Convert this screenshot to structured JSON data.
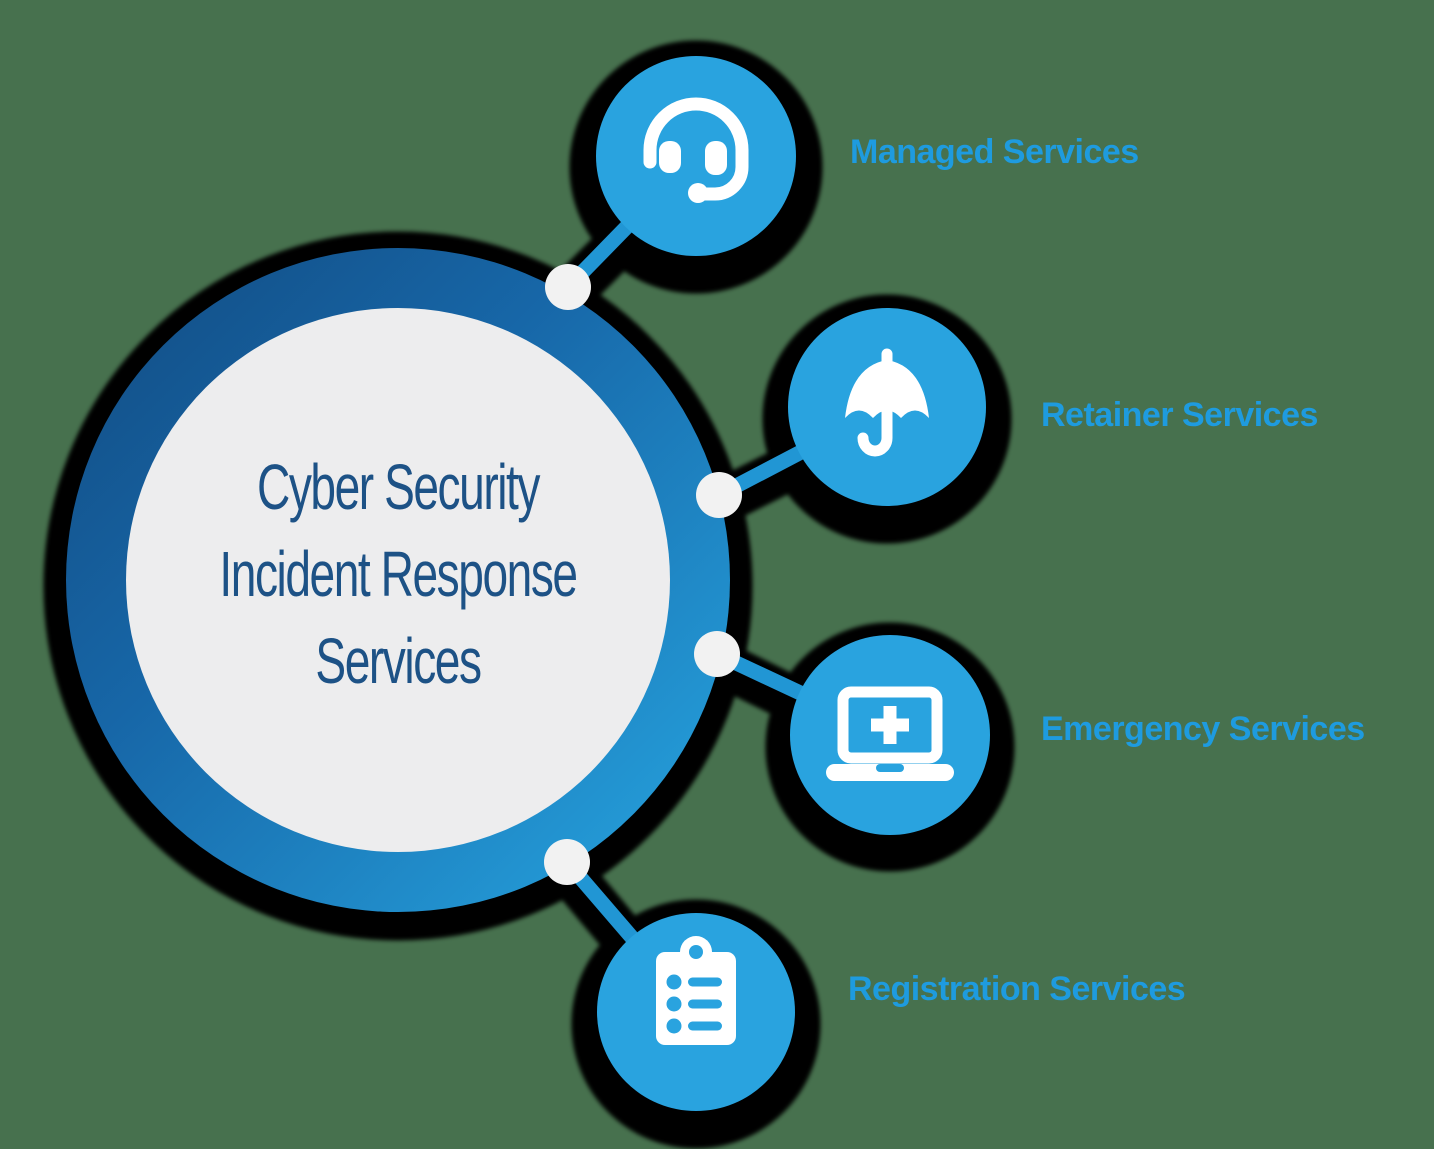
{
  "diagram": {
    "type": "hub-and-spoke infographic",
    "background_color": "#47714e"
  },
  "center": {
    "title_lines": [
      "Cyber Security",
      "Incident Response",
      "Services"
    ],
    "title_text": "Cyber Security Incident Response Services",
    "text_color": "#1d5286",
    "inner_circle_fill": "#ededee",
    "ring_gradient": [
      "#124a80",
      "#1767a8",
      "#27a7e2"
    ]
  },
  "colors": {
    "satellite_blue": "#29a3df",
    "connector_blue": "#2196d4",
    "label_blue": "#1e9bdf",
    "shadow_black": "#000000",
    "dot_white": "#f2f2f2",
    "icon_white": "#ffffff"
  },
  "services": [
    {
      "label": "Managed Services",
      "icon": "headset-icon"
    },
    {
      "label": "Retainer Services",
      "icon": "umbrella-icon"
    },
    {
      "label": "Emergency Services",
      "icon": "medical-laptop-icon"
    },
    {
      "label": "Registration Services",
      "icon": "checklist-clipboard-icon"
    }
  ]
}
